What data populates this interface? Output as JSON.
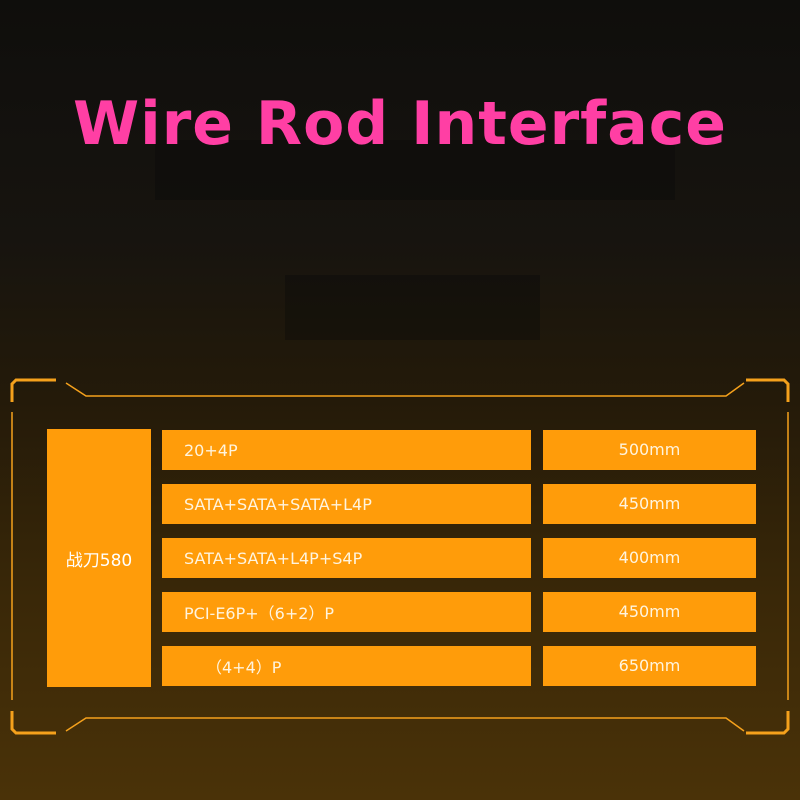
{
  "title": "Wire Rod Interface",
  "model": "战刀580",
  "rows": [
    {
      "connector": "20+4P",
      "length": "500mm"
    },
    {
      "connector": "SATA+SATA+SATA+L4P",
      "length": "450mm"
    },
    {
      "connector": "SATA+SATA+L4P+S4P",
      "length": "400mm"
    },
    {
      "connector": "PCI-E6P+（6+2）P",
      "length": "450mm"
    },
    {
      "connector": "（4+4）P",
      "length": "650mm"
    }
  ],
  "colors": {
    "title": "#ff3fa4",
    "cell": "#ff9c0a",
    "frame": "#f5a11c"
  }
}
